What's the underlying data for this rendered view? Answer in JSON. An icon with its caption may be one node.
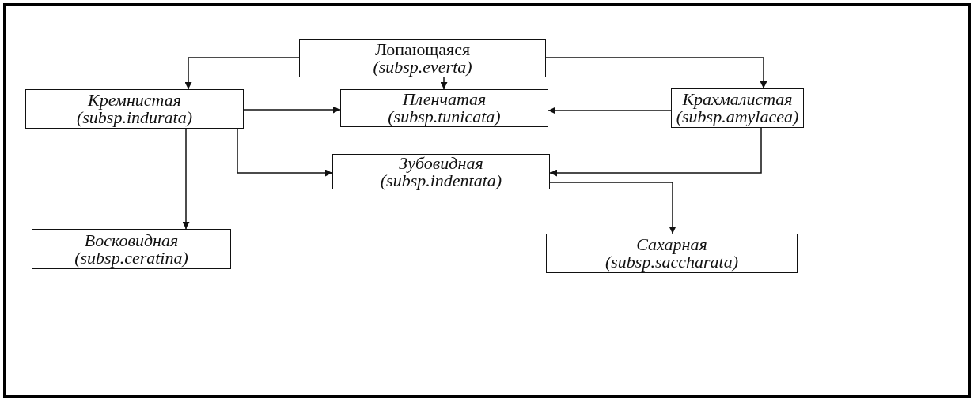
{
  "diagram": {
    "nodes": [
      {
        "text": [
          "Лопающаяся",
          "(subsp.everta)"
        ]
      },
      {
        "text": [
          "Кремнистая",
          "(subsp.indurata)"
        ]
      },
      {
        "text": [
          "Пленчатая",
          "(subsp.tunicata)"
        ]
      },
      {
        "text": [
          "Крахмалистая",
          "(subsp.amylacea)"
        ]
      },
      {
        "text": [
          "Зубовидная",
          "(subsp.indentata)"
        ]
      },
      {
        "text": [
          "Восковидная",
          "(subsp.ceratina)"
        ]
      },
      {
        "text": [
          "Сахарная",
          "(subsp.saccharata)"
        ]
      }
    ],
    "edges": [
      {
        "from": 0,
        "to": 1,
        "arrow": "to"
      },
      {
        "from": 0,
        "to": 2,
        "arrow": "to"
      },
      {
        "from": 0,
        "to": 3,
        "arrow": "to"
      },
      {
        "from": 1,
        "to": 2,
        "arrow": "to"
      },
      {
        "from": 3,
        "to": 2,
        "arrow": "to"
      },
      {
        "from": 1,
        "to": 4,
        "arrow": "to"
      },
      {
        "from": 3,
        "to": 4,
        "arrow": "to"
      },
      {
        "from": 1,
        "to": 5,
        "arrow": "to"
      },
      {
        "from": 4,
        "to": 6,
        "arrow": "to"
      }
    ]
  }
}
